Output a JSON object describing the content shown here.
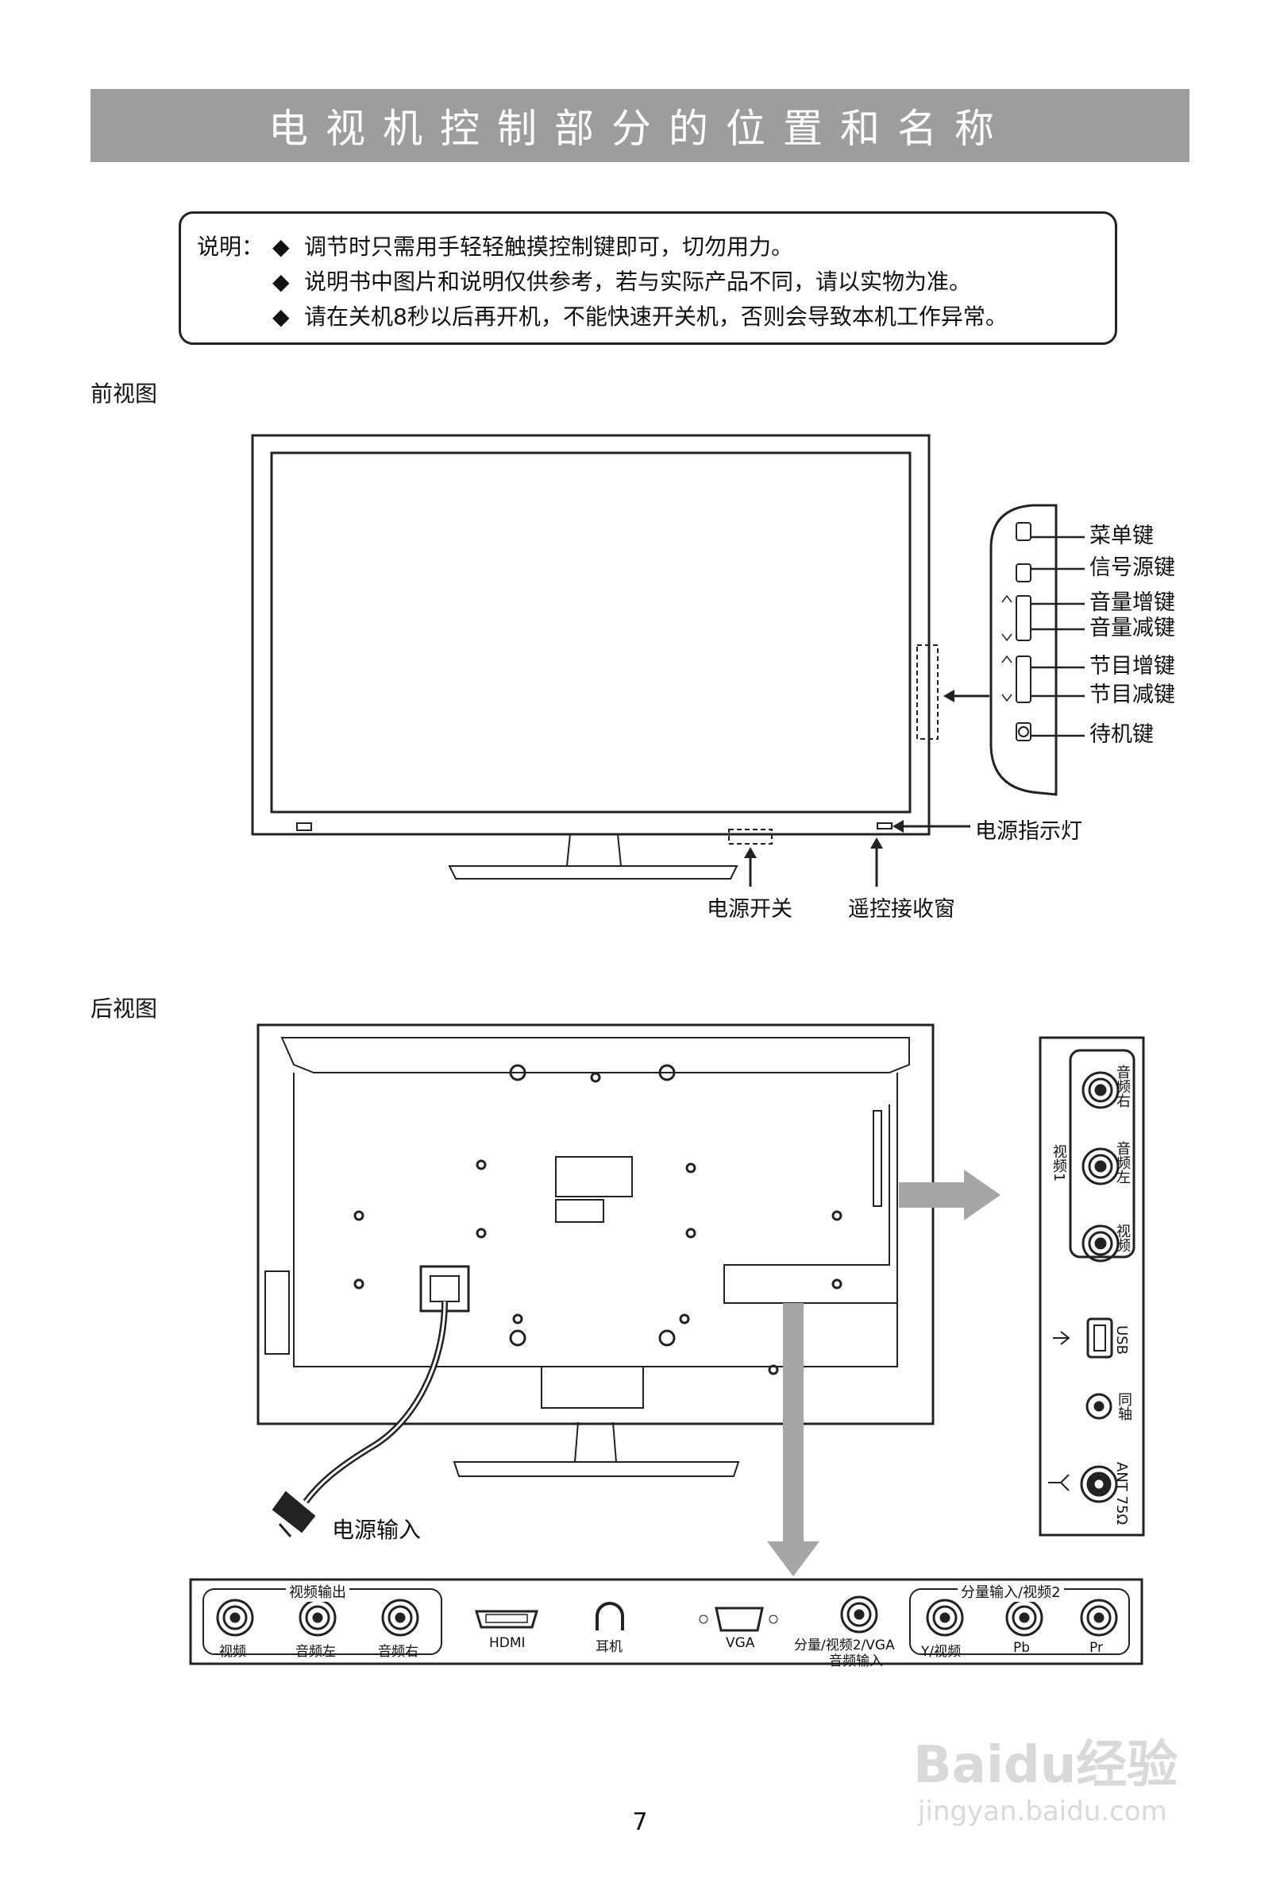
{
  "page_title": "电视机控制部分的位置和名称",
  "notes": {
    "label": "说明：",
    "bullet": "◆",
    "lines": [
      "调节时只需用手轻轻触摸控制键即可，切勿用力。",
      "说明书中图片和说明仅供参考，若与实际产品不同，请以实物为准。",
      "请在关机8秒以后再开机，不能快速开关机，否则会导致本机工作异常。"
    ]
  },
  "front_view": {
    "label": "前视图",
    "side_buttons": [
      "菜单键",
      "信号源键",
      "音量增键",
      "音量减键",
      "节目增键",
      "节目减键",
      "待机键"
    ],
    "power_indicator": "电源指示灯",
    "power_switch": "电源开关",
    "remote_window": "遥控接收窗"
  },
  "rear_view": {
    "label": "后视图",
    "power_input": "电源输入",
    "side_panel": {
      "audio_right": "音频右",
      "audio_left": "音频左",
      "video": "视频",
      "video1_group": "视频1",
      "usb": "USB",
      "coaxial": "同轴",
      "ant": "ANT 75Ω"
    },
    "bottom_panel": {
      "video_out_group": "视频输出",
      "video": "视频",
      "audio_left": "音频左",
      "audio_right": "音频右",
      "hdmi": "HDMI",
      "earphone": "耳机",
      "vga": "VGA",
      "audio_in_line1": "分量/视频2/VGA",
      "audio_in_line2": "音频输入",
      "component_group": "分量输入/视频2",
      "y_video": "Y/视频",
      "pb": "Pb",
      "pr": "Pr"
    }
  },
  "page_number": "7",
  "watermark": {
    "brand": "Baidu经验",
    "url": "jingyan.baidu.com"
  }
}
